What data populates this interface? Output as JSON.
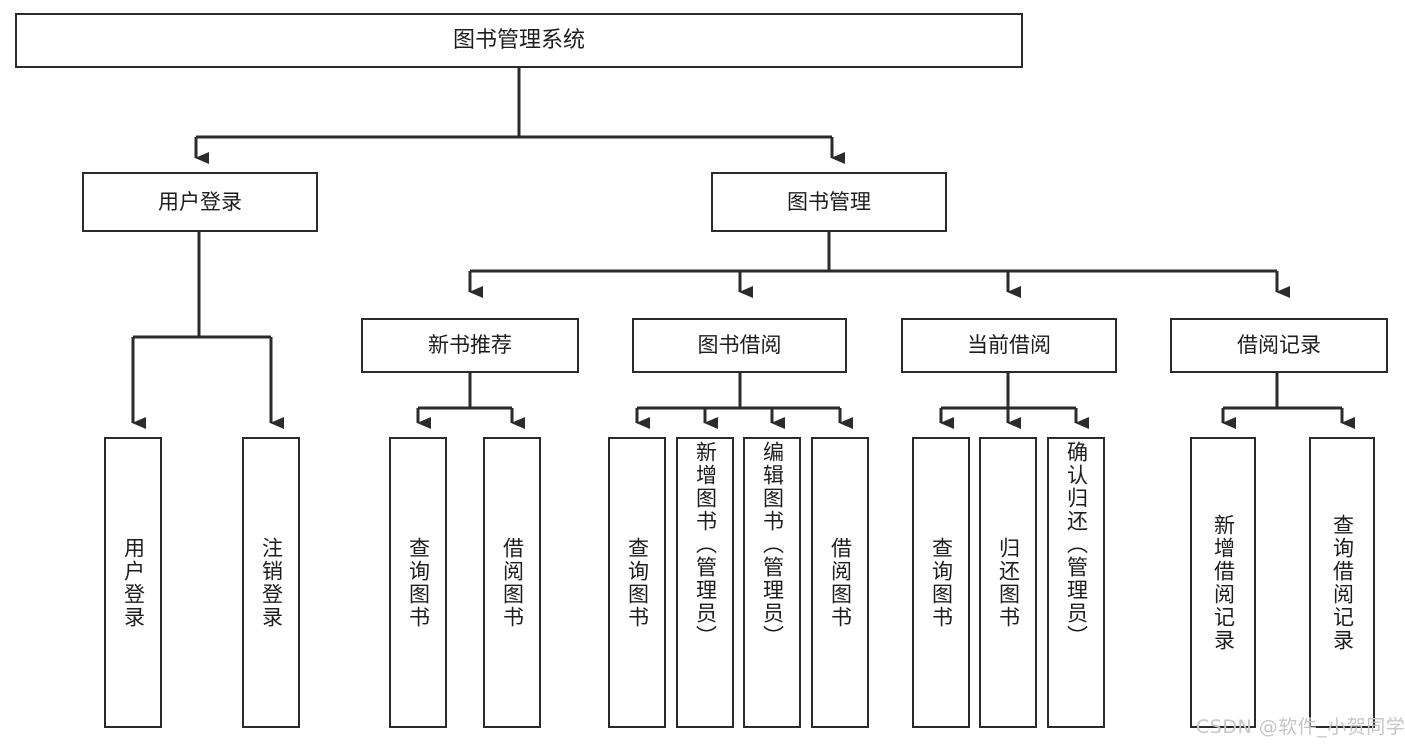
{
  "diagram": {
    "type": "tree",
    "title": "图书管理系统",
    "orientation": "top-down",
    "line_color": "#2b2b2b",
    "box_fill": "#ffffff",
    "text_color": "#1d1d1d"
  },
  "nodes": {
    "root": {
      "label": "图书管理系统"
    },
    "level1": [
      {
        "label": "用户登录"
      },
      {
        "label": "图书管理"
      }
    ],
    "level2": [
      {
        "label": "新书推荐"
      },
      {
        "label": "图书借阅"
      },
      {
        "label": "当前借阅"
      },
      {
        "label": "借阅记录"
      }
    ],
    "leaves_user_login": [
      {
        "label": "用户登录"
      },
      {
        "label": "注销登录"
      }
    ],
    "leaves_new_books": [
      {
        "label": "查询图书"
      },
      {
        "label": "借阅图书"
      }
    ],
    "leaves_borrow": [
      {
        "label": "查询图书"
      },
      {
        "label": "新增图书（管理员）"
      },
      {
        "label": "编辑图书（管理员）"
      },
      {
        "label": "借阅图书"
      }
    ],
    "leaves_current": [
      {
        "label": "查询图书"
      },
      {
        "label": "归还图书"
      },
      {
        "label": "确认归还（管理员）"
      }
    ],
    "leaves_records": [
      {
        "label": "新增借阅记录"
      },
      {
        "label": "查询借阅记录"
      }
    ]
  },
  "watermark": {
    "text": "CSDN @软件_小贺同学"
  }
}
